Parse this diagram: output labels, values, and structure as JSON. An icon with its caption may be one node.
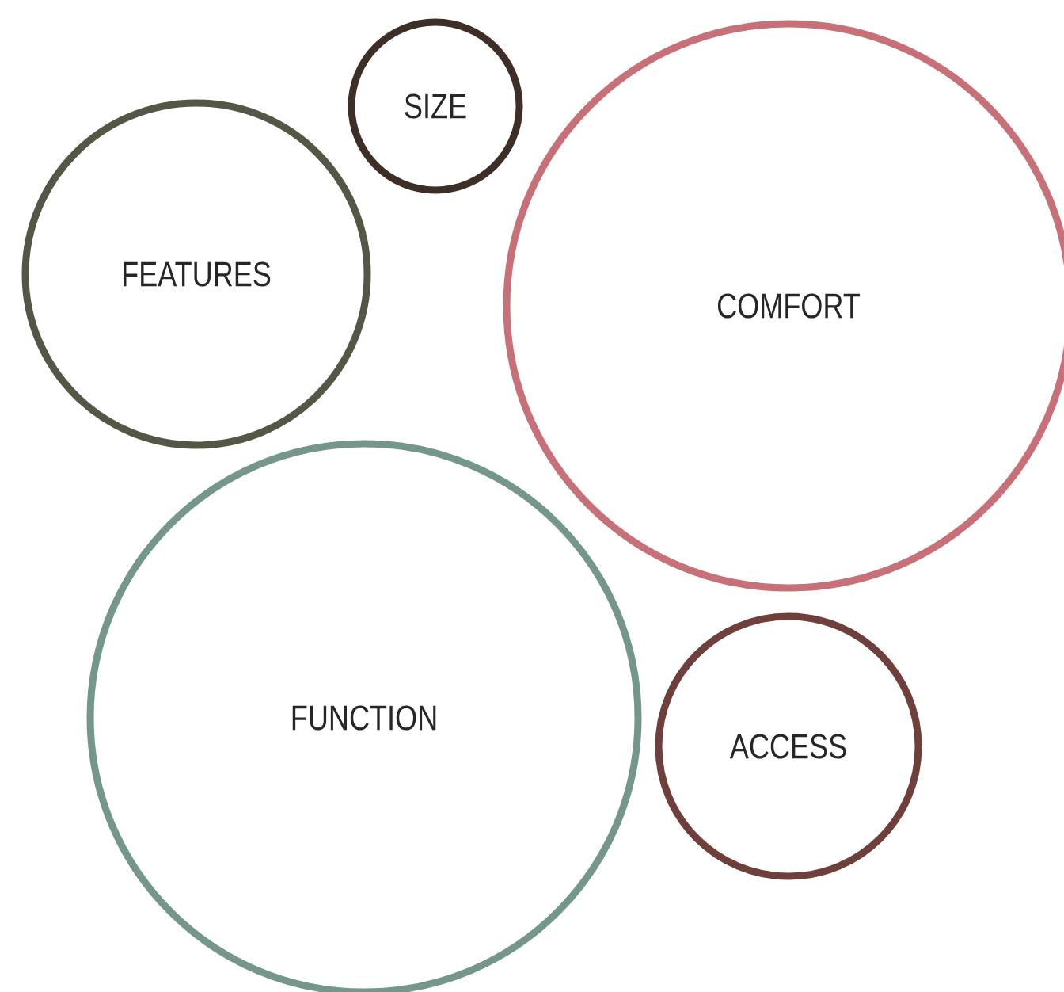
{
  "diagram": {
    "nodes": [
      {
        "text": [
          "SIZE"
        ]
      },
      {
        "text": [
          "FEATURES"
        ]
      },
      {
        "text": [
          "COMFORT"
        ]
      },
      {
        "text": [
          "FUNCTION"
        ]
      },
      {
        "text": [
          "ACCESS"
        ]
      }
    ]
  }
}
